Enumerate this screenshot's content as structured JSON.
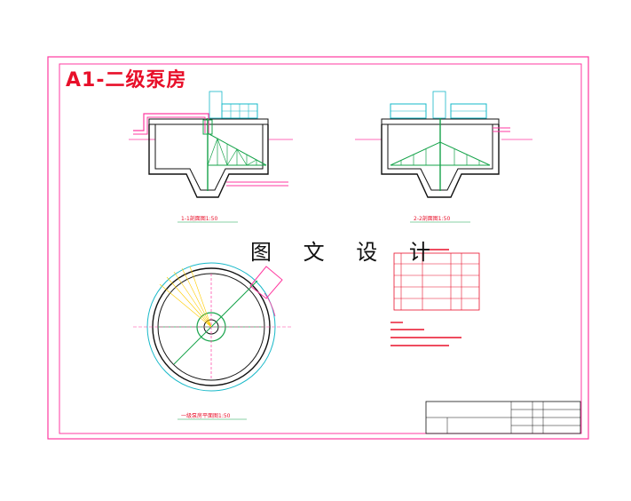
{
  "title": "A1-二级泵房",
  "watermark": "图 文 设 计",
  "colors": {
    "frame": "#ff3aa0",
    "structure": "#111111",
    "pipe": "#ff3aa0",
    "truss": "#16a34a",
    "glass": "#16b8c8",
    "label_red": "#e8102a"
  },
  "table": {
    "rows": 5,
    "cols": 5
  }
}
